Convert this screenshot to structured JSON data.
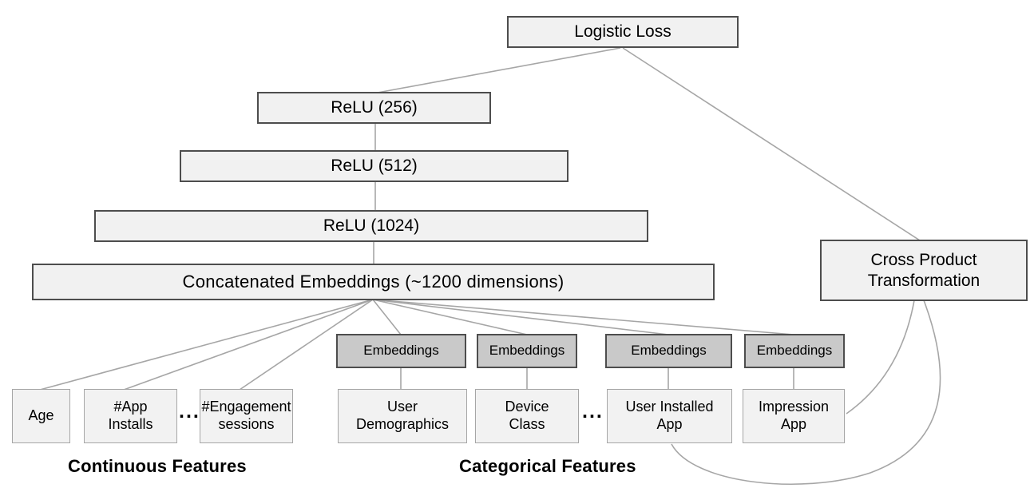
{
  "nodes": {
    "logistic_loss": "Logistic Loss",
    "relu_256": "ReLU (256)",
    "relu_512": "ReLU (512)",
    "relu_1024": "ReLU (1024)",
    "concatenated_embeddings": "Concatenated Embeddings (~1200 dimensions)",
    "cross_product_transformation": "Cross Product\nTransformation",
    "embeddings_label": "Embeddings",
    "age": "Age",
    "app_installs": "#App\nInstalls",
    "engagement_sessions": "#Engagement\nsessions",
    "user_demographics": "User\nDemographics",
    "device_class": "Device\nClass",
    "user_installed_app": "User Installed\nApp",
    "impression_app": "Impression\nApp",
    "ellipsis": "..."
  },
  "section_labels": {
    "continuous_features": "Continuous Features",
    "categorical_features": "Categorical Features"
  },
  "colors": {
    "background": "#ffffff",
    "box_fill_light": "#f1f1f1",
    "box_fill_embeddings": "#c9c9c9",
    "box_border_dark": "#4d4d4d",
    "box_border_light": "#a6a6a6",
    "connector": "#a6a6a6",
    "text": "#000000"
  }
}
